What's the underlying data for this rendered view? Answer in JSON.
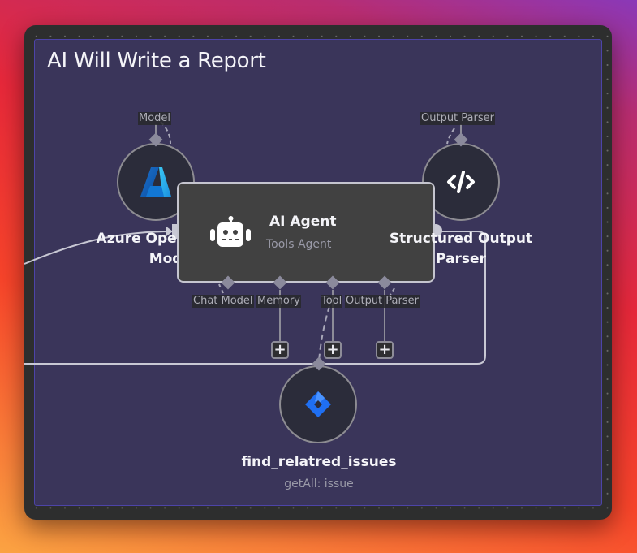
{
  "group": {
    "title": "AI Will Write a Report"
  },
  "nodes": {
    "azure": {
      "label_line1": "Azure Open/",
      "label_line2": "Mode",
      "icon": "azure-logo-icon",
      "top_port_label": "Model"
    },
    "agent": {
      "title": "AI Agent",
      "subtitle": "Tools Agent",
      "icon": "robot-icon",
      "ports": [
        {
          "label": "Chat Model"
        },
        {
          "label": "Memory"
        },
        {
          "label": "Tool"
        },
        {
          "label": "Output Parser"
        }
      ]
    },
    "parser": {
      "label_line1": "Structured Output",
      "label_line2": "Parser",
      "icon": "code-icon",
      "top_port_label": "Output Parser"
    },
    "jira": {
      "label": "find_relatred_issues",
      "subtitle": "getAll: issue",
      "icon": "jira-logo-icon"
    }
  },
  "buttons": {
    "plus": "+"
  },
  "colors": {
    "group_bg": "#3a355a",
    "group_border": "#4d44a8",
    "node_bg": "#2b2c3a",
    "agent_bg": "#414141",
    "wire": "#c8c8d4",
    "port": "#8b8a9c"
  }
}
